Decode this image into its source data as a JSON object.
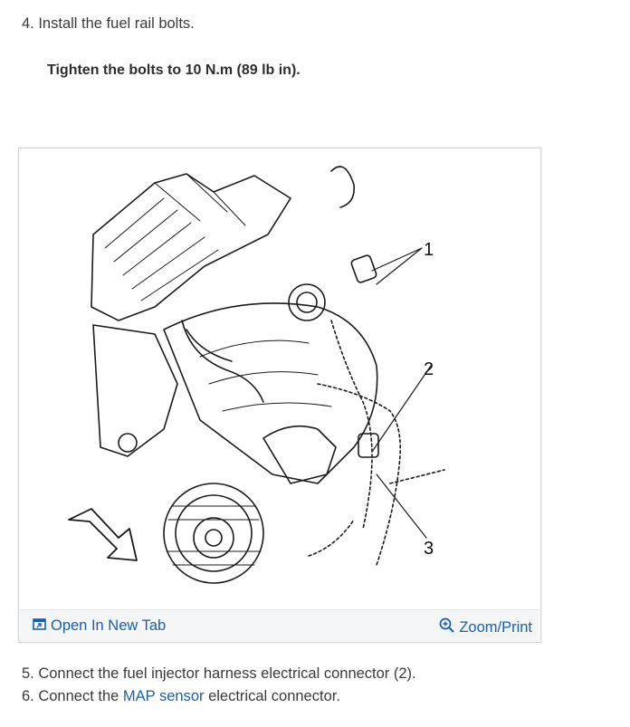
{
  "steps": {
    "step4": "4. Install the fuel rail bolts.",
    "step4_note": "Tighten the bolts to 10 N.m (89 lb in).",
    "step5": "5. Connect the fuel injector harness electrical connector (2).",
    "step6_prefix": "6. Connect the ",
    "step6_link": "MAP sensor",
    "step6_suffix": " electrical connector."
  },
  "figure": {
    "callouts": [
      "1",
      "2",
      "3"
    ],
    "open_label": "Open In New Tab",
    "zoom_label": "Zoom/Print"
  },
  "colors": {
    "link": "#1a5ea8",
    "toolbar_bg": "#f4f5f7"
  }
}
